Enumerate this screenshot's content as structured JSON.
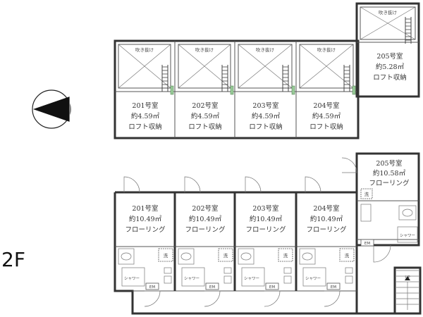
{
  "floor_label": "2F",
  "void_label": "吹き抜け",
  "loft_rooms": [
    {
      "number": "201号室",
      "area": "約4.59㎡",
      "use": "ロフト収納"
    },
    {
      "number": "202号室",
      "area": "約4.59㎡",
      "use": "ロフト収納"
    },
    {
      "number": "203号室",
      "area": "約4.59㎡",
      "use": "ロフト収納"
    },
    {
      "number": "204号室",
      "area": "約4.59㎡",
      "use": "ロフト収納"
    },
    {
      "number": "205号室",
      "area": "約5.28㎡",
      "use": "ロフト収納"
    }
  ],
  "floor_rooms": [
    {
      "number": "201号室",
      "area": "約10.49㎡",
      "use": "フローリング"
    },
    {
      "number": "202号室",
      "area": "約10.49㎡",
      "use": "フローリング"
    },
    {
      "number": "203号室",
      "area": "約10.49㎡",
      "use": "フローリング"
    },
    {
      "number": "204号室",
      "area": "約10.49㎡",
      "use": "フローリング"
    },
    {
      "number": "205号室",
      "area": "約10.58㎡",
      "use": "フローリング"
    }
  ],
  "fixtures": {
    "washer": "洗",
    "shower": "シャワー",
    "meter_box": "EM",
    "stair_up": "UP"
  }
}
